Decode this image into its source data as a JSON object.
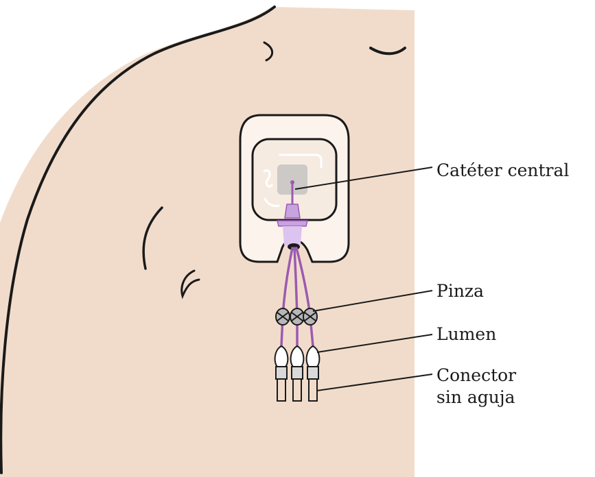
{
  "labels": {
    "catheter": "Catéter central",
    "clamp": "Pinza",
    "lumen": "Lumen",
    "connector_line1": "Conector",
    "connector_line2": "sin aguja"
  },
  "colors": {
    "skin": "#f1dccb",
    "outline": "#1a1a1a",
    "dressing": "#fbf3ec",
    "dressing_window": "#f6ebe1",
    "tube": "#9b5bb0",
    "hub": "#c7a3e0",
    "hub_light": "#ddc3ef",
    "pad": "#bdbdbd",
    "clamp": "#b7b7b7"
  }
}
